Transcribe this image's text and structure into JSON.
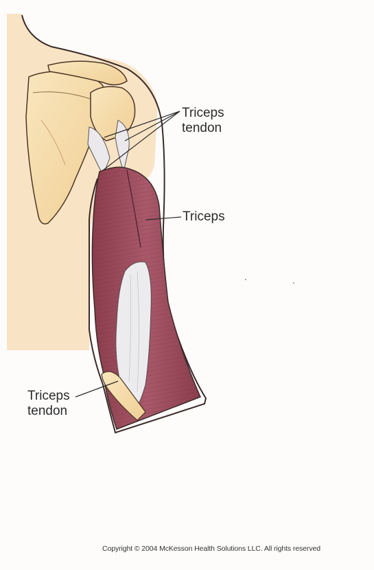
{
  "labels": {
    "triceps_tendon_top": {
      "line1": "Triceps",
      "line2": "tendon"
    },
    "triceps": "Triceps",
    "triceps_tendon_bottom": {
      "line1": "Triceps",
      "line2": "tendon"
    }
  },
  "copyright": "Copyright © 2004 McKesson Health Solutions LLC. All rights reserved",
  "colors": {
    "skin": "#f8e3c4",
    "bone": "#f5d9a6",
    "muscle": "#9a4a5a",
    "tendon": "#ece9ec",
    "outline": "#3a2a28"
  }
}
